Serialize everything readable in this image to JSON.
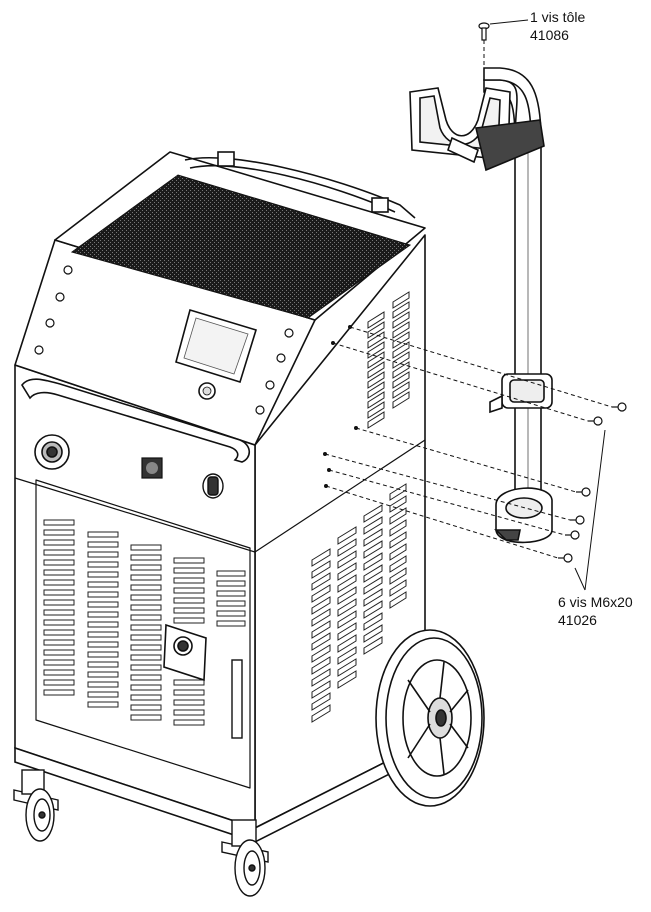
{
  "callouts": {
    "sheet_screw": {
      "line1": "1 vis  tôle",
      "line2": "41086"
    },
    "m6_screws": {
      "line1": "6 vis  M6x20",
      "line2": "41026"
    }
  },
  "colors": {
    "ink": "#111111",
    "paper": "#ffffff",
    "vent": "#222222"
  }
}
